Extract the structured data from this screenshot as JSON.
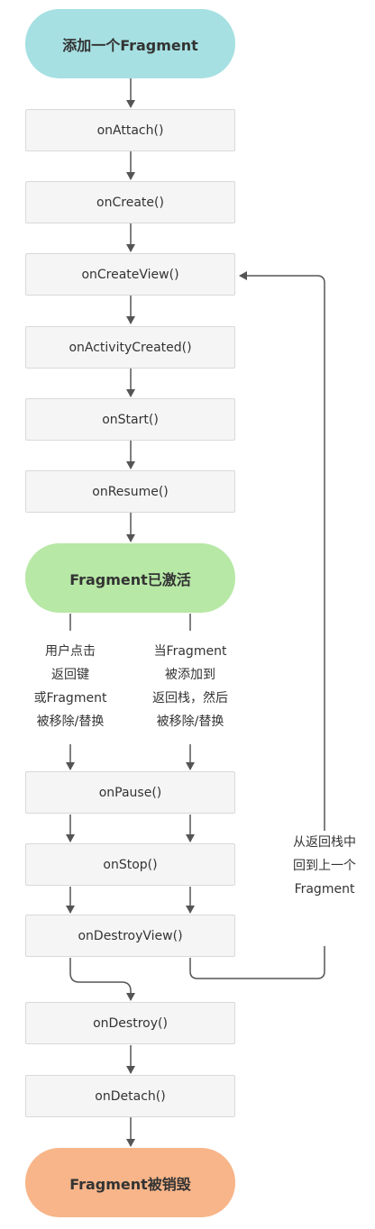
{
  "colors": {
    "start": "#a6e0e2",
    "active": "#b7e8a6",
    "destroyed": "#f7b589",
    "box": "#f5f5f5",
    "line": "#555555"
  },
  "nodes": {
    "add_fragment": "添加一个Fragment",
    "on_attach": "onAttach()",
    "on_create": "onCreate()",
    "on_create_view": "onCreateView()",
    "on_activity_created": "onActivityCreated()",
    "on_start": "onStart()",
    "on_resume": "onResume()",
    "fragment_active": "Fragment已激活",
    "on_pause": "onPause()",
    "on_stop": "onStop()",
    "on_destroy_view": "onDestroyView()",
    "on_destroy": "onDestroy()",
    "on_detach": "onDetach()",
    "fragment_destroyed": "Fragment被销毁"
  },
  "labels": {
    "left_branch": [
      "用户点击",
      "返回键",
      "或Fragment",
      "被移除/替换"
    ],
    "right_branch": [
      "当Fragment",
      "被添加到",
      "返回栈，然后",
      "被移除/替换"
    ],
    "back_stack_return": [
      "从返回栈中",
      "回到上一个",
      "Fragment"
    ]
  }
}
